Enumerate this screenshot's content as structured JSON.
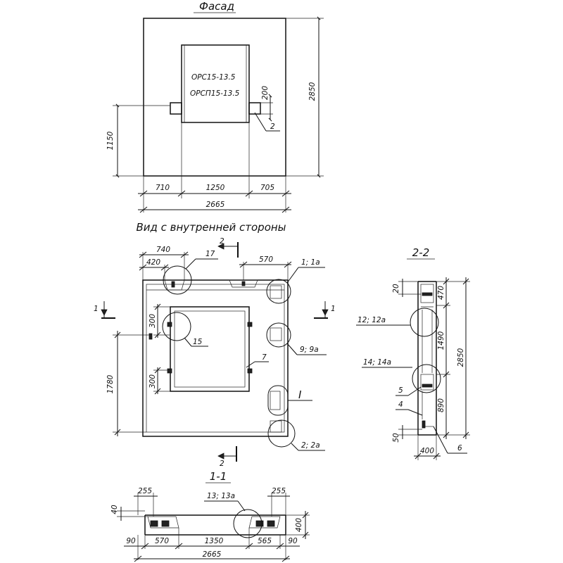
{
  "facade": {
    "title": "Фасад",
    "window_labels": [
      "ОРС15-13.5",
      "ОРСП15-13.5"
    ],
    "dims": {
      "height_total": "2850",
      "height_sill": "1150",
      "anchor": "200",
      "left": "710",
      "mid": "1250",
      "right": "705",
      "width_total": "2665"
    },
    "callout": "2"
  },
  "inside": {
    "title": "Вид с внутренней стороны",
    "section_1": "1",
    "section_2": "2",
    "dims": {
      "top_a": "740",
      "top_b": "420",
      "top_right": "570",
      "left_a": "300",
      "left_b": "300",
      "height": "1780"
    },
    "callouts": {
      "c17": "17",
      "c1": "1; 1а",
      "c15": "15",
      "c9": "9; 9а",
      "c7": "7",
      "cI": "I",
      "c2": "2; 2а"
    }
  },
  "section22": {
    "title": "2-2",
    "dims": {
      "top_small": "20",
      "top": "470",
      "mid": "1490",
      "total": "2850",
      "lower": "890",
      "bottom_small": "50",
      "width": "400"
    },
    "callouts": {
      "c12": "12; 12а",
      "c14": "14; 14а",
      "c5": "5",
      "c4": "4",
      "c6": "6"
    }
  },
  "section11": {
    "title": "1-1",
    "dims": {
      "left_top": "255",
      "right_top": "255",
      "height_small": "40",
      "height": "400",
      "seg1": "90",
      "seg2": "570",
      "seg3": "1350",
      "seg4": "565",
      "seg5": "90",
      "total": "2665"
    },
    "callouts": {
      "c13": "13; 13а"
    }
  }
}
